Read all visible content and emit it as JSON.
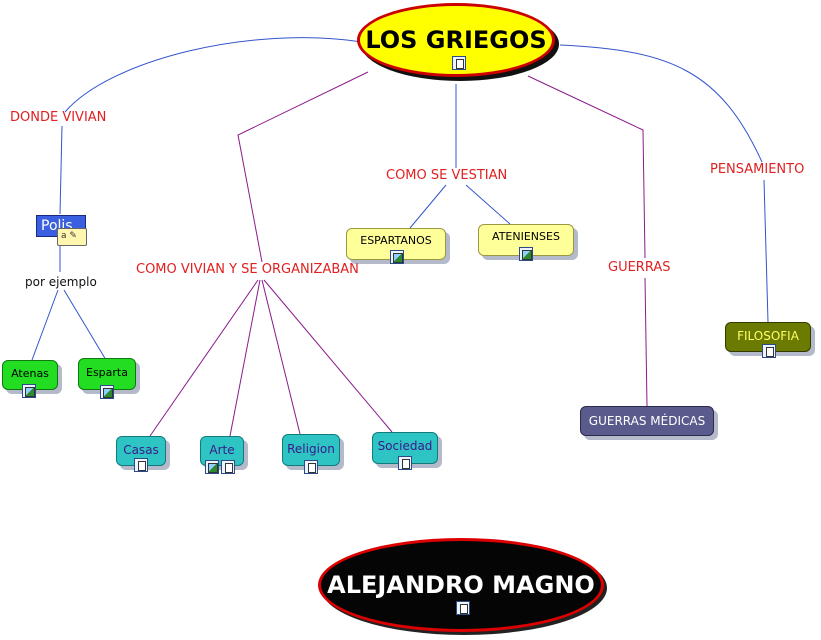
{
  "concepts": {
    "root": "LOS GRIEGOS",
    "polis": "Polis",
    "atenas": "Atenas",
    "esparta": "Esparta",
    "casas": "Casas",
    "arte": "Arte",
    "religion": "Religion",
    "sociedad": "Sociedad",
    "espartanos": "ESPARTANOS",
    "atenienses": "ATENIENSES",
    "guerras_medicas": "GUERRAS MÉDICAS",
    "filosofia": "FILOSOFIA",
    "alejandro": "ALEJANDRO MAGNO"
  },
  "linking_phrases": {
    "donde_vivian": "DONDE VIVIAN",
    "como_vivian": "COMO VIVIAN Y SE ORGANIZABAN",
    "como_vestian": "COMO SE VESTIAN",
    "guerras": "GUERRAS",
    "pensamiento": "PENSAMIENTO",
    "por_ejemplo": "por ejemplo"
  },
  "colors": {
    "root_fill": "#ffff00",
    "root_border": "#cc0000",
    "bright_green": "#22dd22",
    "teal": "#2ec4c4",
    "light_yellow": "#ffff99",
    "slate": "#5a5a8c",
    "olive": "#6b7a00",
    "polis_blue": "#3a5fe0",
    "phrase_red": "#e02020"
  }
}
